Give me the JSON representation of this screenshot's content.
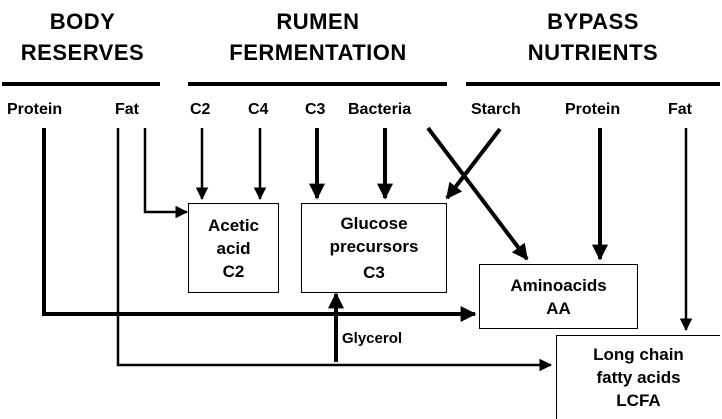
{
  "headers": {
    "body": [
      "BODY",
      "RESERVES"
    ],
    "rumen": [
      "RUMEN",
      "FERMENTATION"
    ],
    "bypass": [
      "BYPASS",
      "NUTRIENTS"
    ]
  },
  "sources": {
    "body_protein": "Protein",
    "body_fat": "Fat",
    "c2": "C2",
    "c4": "C4",
    "c3": "C3",
    "bacteria": "Bacteria",
    "starch": "Starch",
    "bypass_protein": "Protein",
    "bypass_fat": "Fat"
  },
  "boxes": {
    "acetic": [
      "Acetic",
      "acid",
      "C2"
    ],
    "glucose": [
      "Glucose",
      "precursors",
      "C3"
    ],
    "amino": [
      "Aminoacids",
      "AA"
    ],
    "lcfa": [
      "Long chain",
      "fatty acids",
      "LCFA"
    ]
  },
  "glycerol_label": "Glycerol"
}
